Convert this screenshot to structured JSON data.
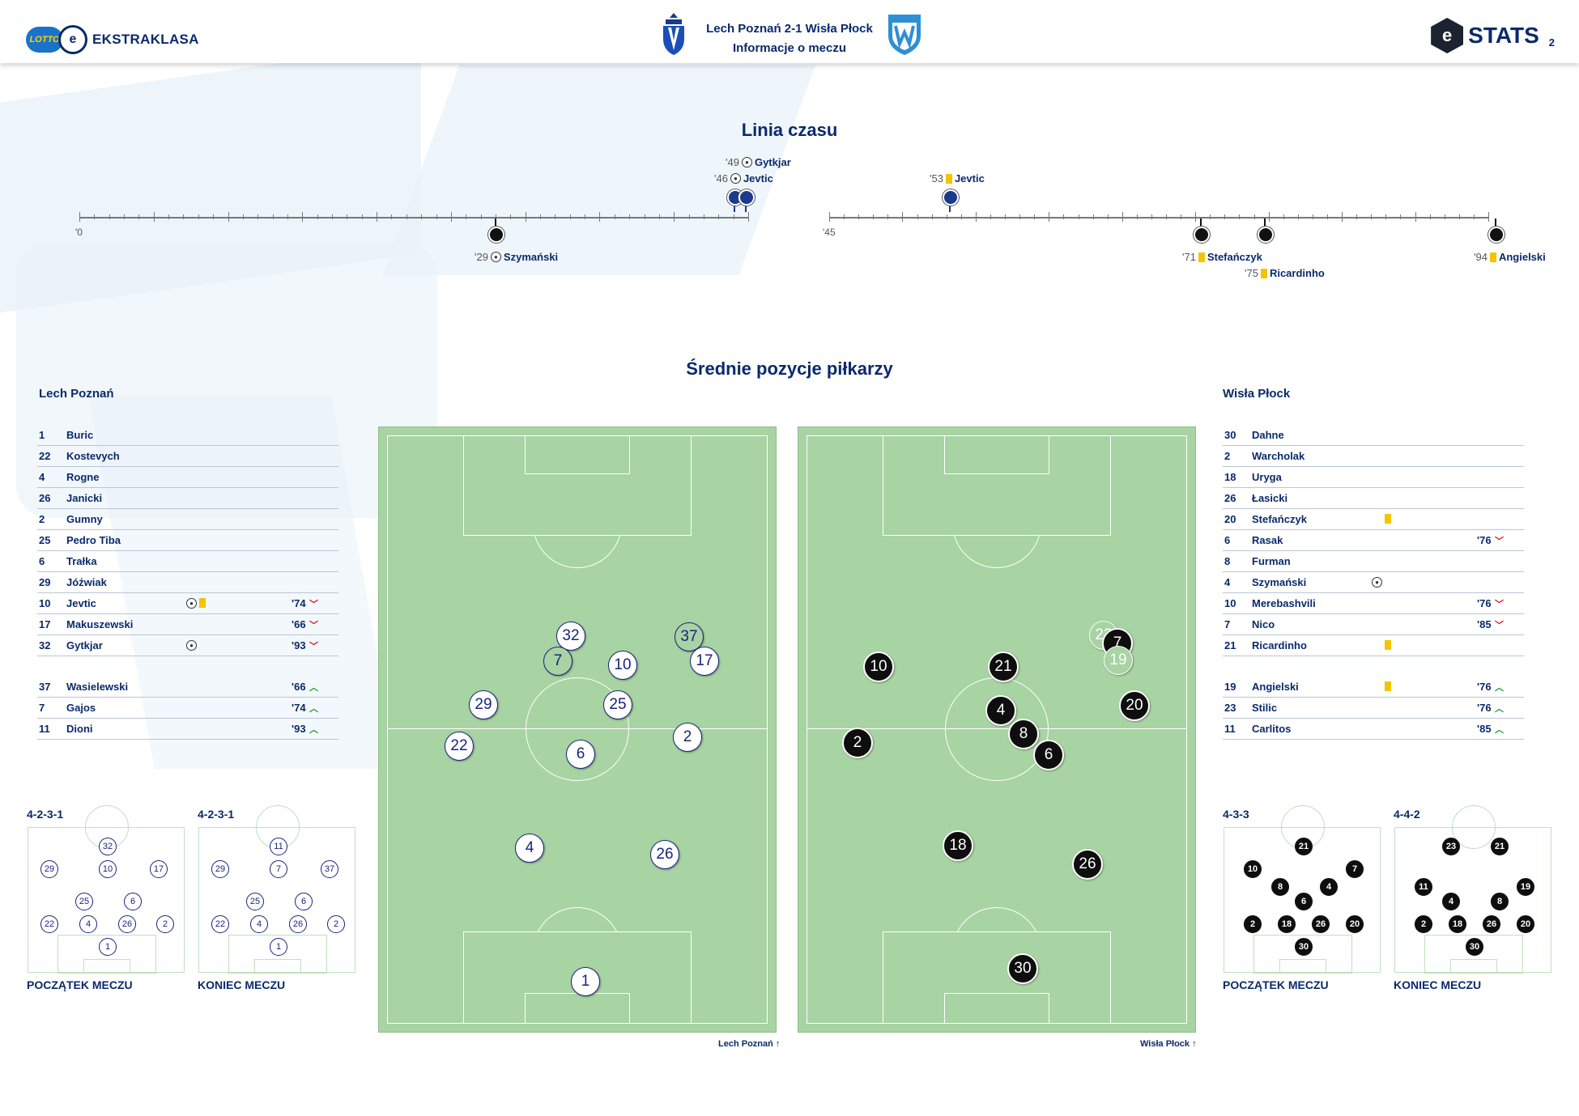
{
  "header": {
    "lotto": "LOTTO",
    "league": "EKSTRAKLASA",
    "match_title": "Lech Poznań 2-1 Wisła Płock",
    "match_subtitle": "Informacje o meczu",
    "stats_logo": "STATS",
    "page": "2"
  },
  "timeline": {
    "title": "Linia czasu",
    "first_half_start": "'0",
    "second_half_start": "'45",
    "events": [
      {
        "minute": "'49",
        "type": "goal",
        "player": "Gytkjar",
        "team": "home"
      },
      {
        "minute": "'46",
        "type": "goal",
        "player": "Jevtic",
        "team": "home"
      },
      {
        "minute": "'53",
        "type": "yellow",
        "player": "Jevtic",
        "team": "home"
      },
      {
        "minute": "'29",
        "type": "goal",
        "player": "Szymański",
        "team": "away"
      },
      {
        "minute": "'71",
        "type": "yellow",
        "player": "Stefańczyk",
        "team": "away"
      },
      {
        "minute": "'75",
        "type": "yellow",
        "player": "Ricardinho",
        "team": "away"
      },
      {
        "minute": "'94",
        "type": "yellow",
        "player": "Angielski",
        "team": "away"
      }
    ]
  },
  "positions_title": "Średnie pozycje piłkarzy",
  "home": {
    "name": "Lech Poznań",
    "starters": [
      {
        "num": "1",
        "name": "Buric"
      },
      {
        "num": "22",
        "name": "Kostevych"
      },
      {
        "num": "4",
        "name": "Rogne"
      },
      {
        "num": "26",
        "name": "Janicki"
      },
      {
        "num": "2",
        "name": "Gumny"
      },
      {
        "num": "25",
        "name": "Pedro Tiba"
      },
      {
        "num": "6",
        "name": "Trałka"
      },
      {
        "num": "29",
        "name": "Jóźwiak"
      },
      {
        "num": "10",
        "name": "Jevtic",
        "goal": true,
        "yellow": true,
        "sub": "'74"
      },
      {
        "num": "17",
        "name": "Makuszewski",
        "sub": "'66"
      },
      {
        "num": "32",
        "name": "Gytkjar",
        "goal": true,
        "sub": "'93"
      }
    ],
    "subs": [
      {
        "num": "37",
        "name": "Wasielewski",
        "sub": "'66"
      },
      {
        "num": "7",
        "name": "Gajos",
        "sub": "'74"
      },
      {
        "num": "11",
        "name": "Dioni",
        "sub": "'93"
      }
    ],
    "formation_start": "4-2-3-1",
    "formation_end": "4-2-3-1",
    "caption_start": "POCZĄTEK MECZU",
    "caption_end": "KONIEC MECZU",
    "pitch_footer": "Lech Poznań",
    "pitch_tokens": [
      "32",
      "7",
      "10",
      "37",
      "17",
      "29",
      "25",
      "22",
      "6",
      "2",
      "4",
      "26",
      "1"
    ],
    "mini_start": [
      "32",
      "29",
      "10",
      "17",
      "25",
      "6",
      "22",
      "4",
      "26",
      "2",
      "1"
    ],
    "mini_end": [
      "11",
      "29",
      "7",
      "37",
      "25",
      "6",
      "22",
      "4",
      "26",
      "2",
      "1"
    ]
  },
  "away": {
    "name": "Wisła Płock",
    "starters": [
      {
        "num": "30",
        "name": "Dahne"
      },
      {
        "num": "2",
        "name": "Warcholak"
      },
      {
        "num": "18",
        "name": "Uryga"
      },
      {
        "num": "26",
        "name": "Łasicki"
      },
      {
        "num": "20",
        "name": "Stefańczyk",
        "yellow": true
      },
      {
        "num": "6",
        "name": "Rasak",
        "sub": "'76"
      },
      {
        "num": "8",
        "name": "Furman"
      },
      {
        "num": "4",
        "name": "Szymański",
        "goal": true
      },
      {
        "num": "10",
        "name": "Merebashvili",
        "sub": "'76"
      },
      {
        "num": "7",
        "name": "Nico",
        "sub": "'85"
      },
      {
        "num": "21",
        "name": "Ricardinho",
        "yellow": true
      }
    ],
    "subs": [
      {
        "num": "19",
        "name": "Angielski",
        "yellow": true,
        "sub": "'76"
      },
      {
        "num": "23",
        "name": "Stilic",
        "sub": "'76"
      },
      {
        "num": "11",
        "name": "Carlitos",
        "sub": "'85"
      }
    ],
    "formation_start": "4-3-3",
    "formation_end": "4-4-2",
    "caption_start": "POCZĄTEK MECZU",
    "caption_end": "KONIEC MECZU",
    "pitch_footer": "Wisła Płock",
    "pitch_tokens": [
      "23",
      "7",
      "19",
      "10",
      "21",
      "4",
      "20",
      "2",
      "8",
      "6",
      "18",
      "26",
      "30"
    ],
    "mini_start": [
      "21",
      "10",
      "7",
      "8",
      "4",
      "6",
      "2",
      "18",
      "26",
      "20",
      "30"
    ],
    "mini_end": [
      "23",
      "21",
      "11",
      "19",
      "4",
      "8",
      "2",
      "18",
      "26",
      "20",
      "30"
    ]
  },
  "colors": {
    "navy": "#0a2a6b",
    "pitch": "#a8d3a3",
    "yellow_card": "#f3c500",
    "sub_off": "#d0131d",
    "sub_on": "#1a9a36"
  }
}
